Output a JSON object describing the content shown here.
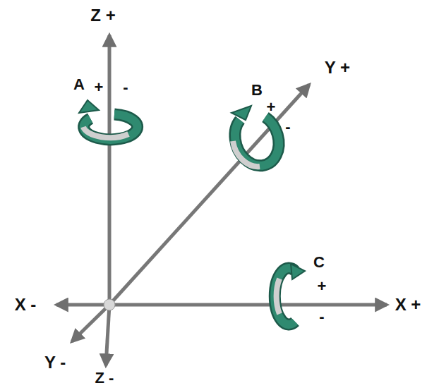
{
  "diagram": {
    "labels": [
      "Z +",
      "A",
      "+",
      "-",
      "B",
      "+",
      "Y +",
      "-",
      "C",
      "+",
      "X -",
      "-",
      "X +",
      "Y -",
      "Z -"
    ]
  }
}
